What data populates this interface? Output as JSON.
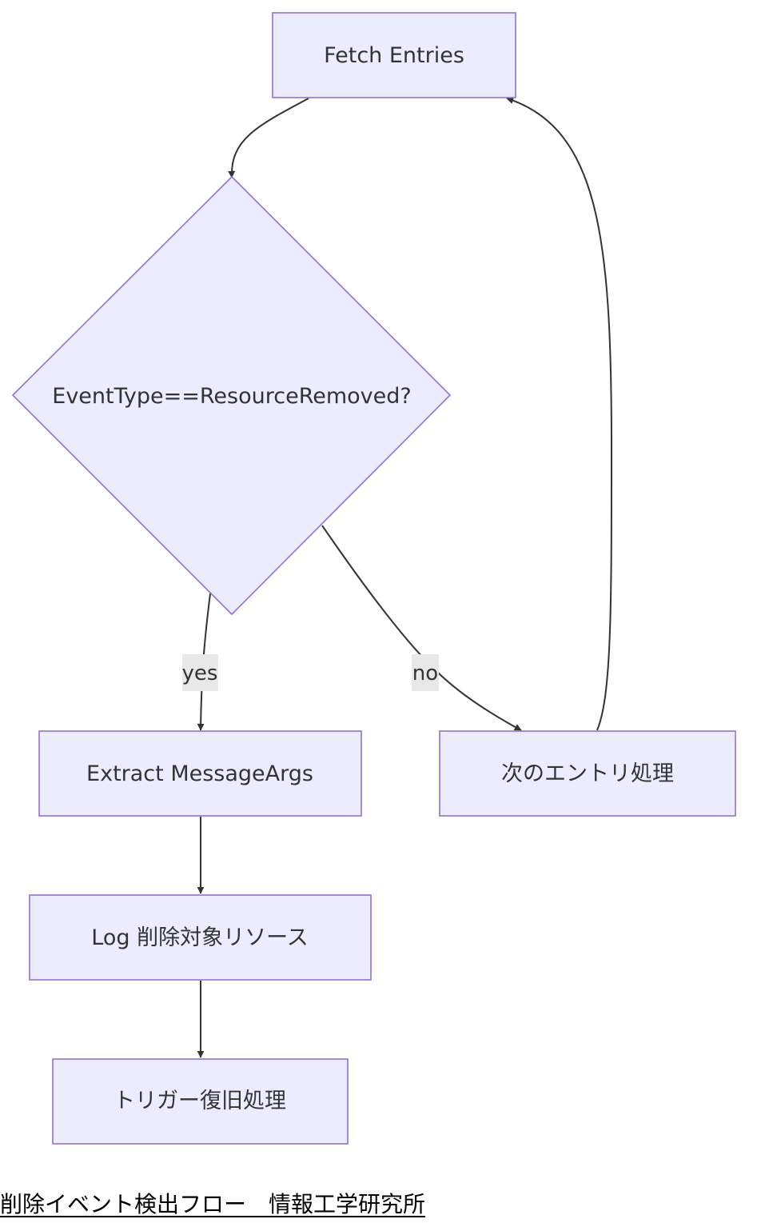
{
  "nodes": {
    "fetch": "Fetch Entries",
    "decision": "EventType==ResourceRemoved?",
    "extract": "Extract MessageArgs",
    "next": "次のエントリ処理",
    "log": "Log 削除対象リソース",
    "trigger": "トリガー復旧処理"
  },
  "edges": {
    "yes": "yes",
    "no": "no"
  },
  "caption": "削除イベント検出フロー　情報工学研究所",
  "colors": {
    "node_fill": "#ECECFF",
    "node_stroke": "#9370DB",
    "edge": "#333333",
    "edge_label_bg": "#E8E8E8"
  }
}
